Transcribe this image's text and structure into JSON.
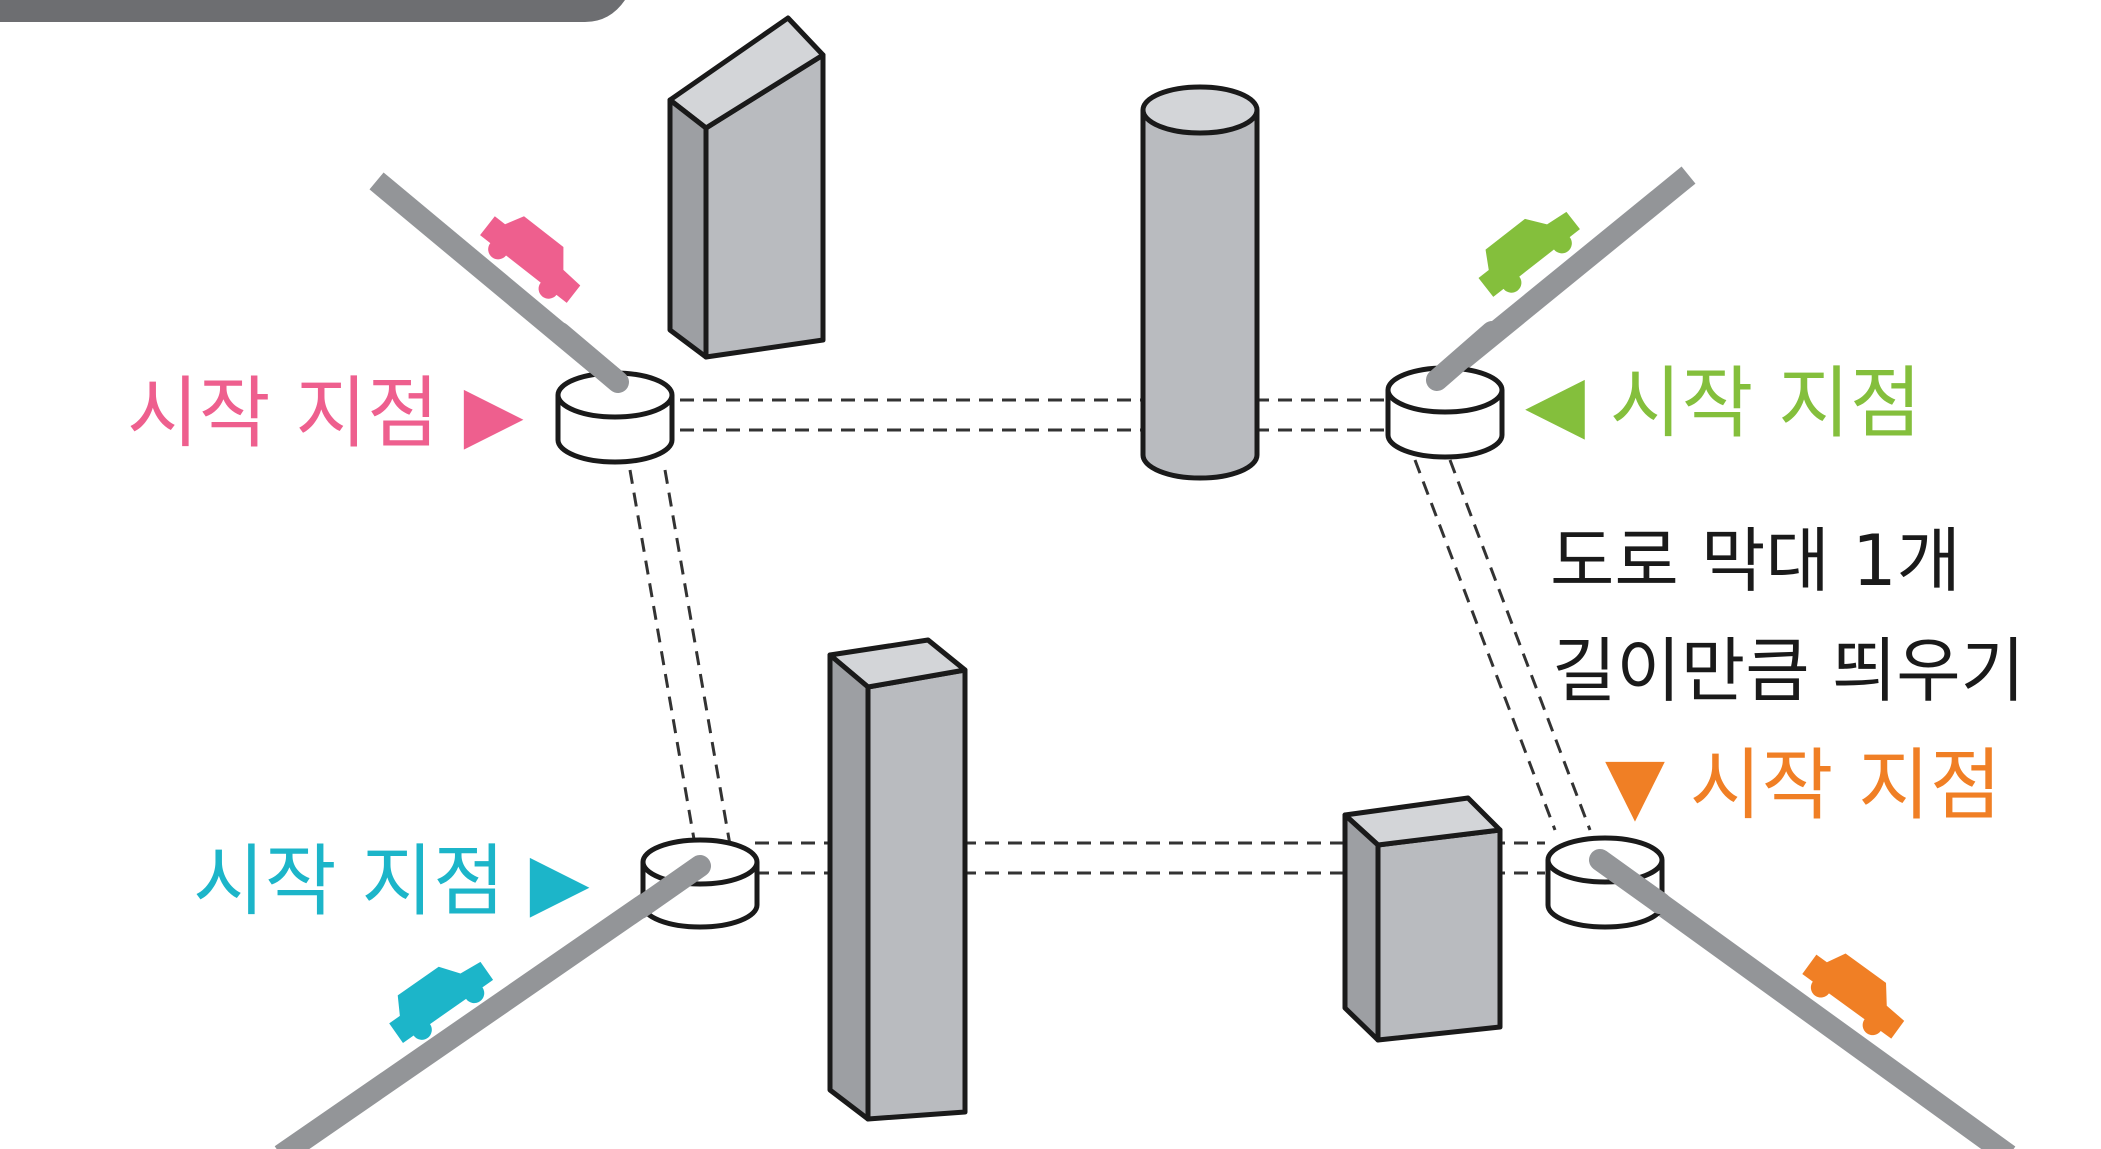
{
  "labels": {
    "start_pink": "시작 지점 ▶",
    "start_green": "◀ 시작 지점",
    "start_orange": "▼ 시작 지점",
    "start_cyan": "시작 지점 ▶",
    "note_line1": "도로 막대 1개",
    "note_line2": "길이만큼 띄우기"
  },
  "colors": {
    "pink": "#ee5f8e",
    "green": "#84bf3c",
    "orange": "#f07f25",
    "cyan": "#1cb5c9",
    "road": "#939598",
    "building": "#b9bbbf"
  },
  "icons": {
    "car": "car-icon",
    "connector": "cylinder-connector"
  }
}
